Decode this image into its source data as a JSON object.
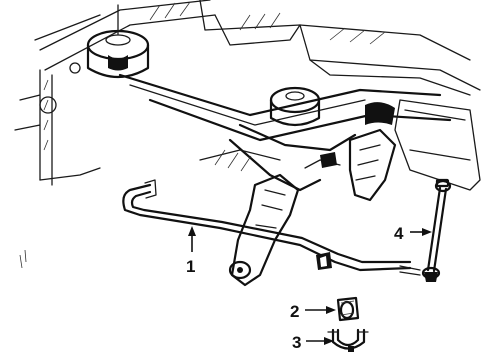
{
  "diagram": {
    "type": "exploded-parts-diagram",
    "callouts": [
      {
        "id": "1",
        "label": "1"
      },
      {
        "id": "2",
        "label": "2"
      },
      {
        "id": "3",
        "label": "3"
      },
      {
        "id": "4",
        "label": "4"
      }
    ]
  }
}
